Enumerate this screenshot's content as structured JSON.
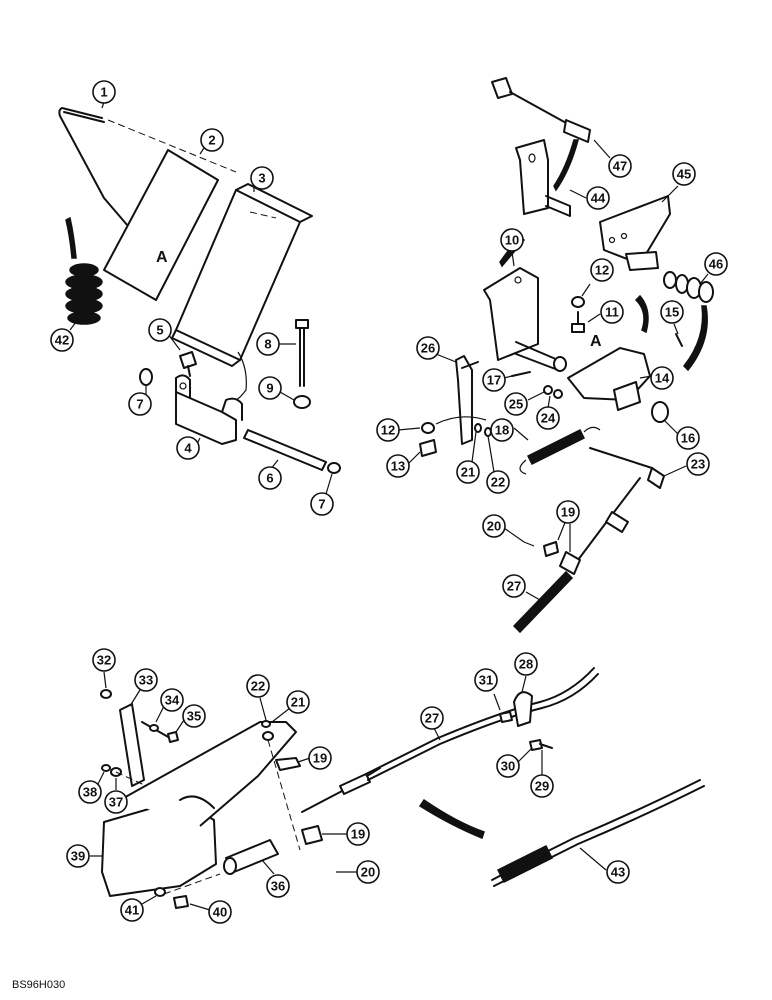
{
  "figure_code": "BS96H030",
  "view_marks": [
    "A",
    "A"
  ],
  "callouts": [
    "1",
    "2",
    "3",
    "4",
    "5",
    "6",
    "7",
    "7",
    "8",
    "9",
    "10",
    "11",
    "12",
    "12",
    "13",
    "14",
    "15",
    "16",
    "17",
    "18",
    "19",
    "19",
    "19",
    "20",
    "20",
    "21",
    "21",
    "22",
    "22",
    "23",
    "24",
    "25",
    "26",
    "27",
    "27",
    "28",
    "29",
    "30",
    "31",
    "32",
    "33",
    "34",
    "35",
    "36",
    "37",
    "38",
    "39",
    "40",
    "41",
    "42",
    "43",
    "44",
    "45",
    "46",
    "47"
  ]
}
